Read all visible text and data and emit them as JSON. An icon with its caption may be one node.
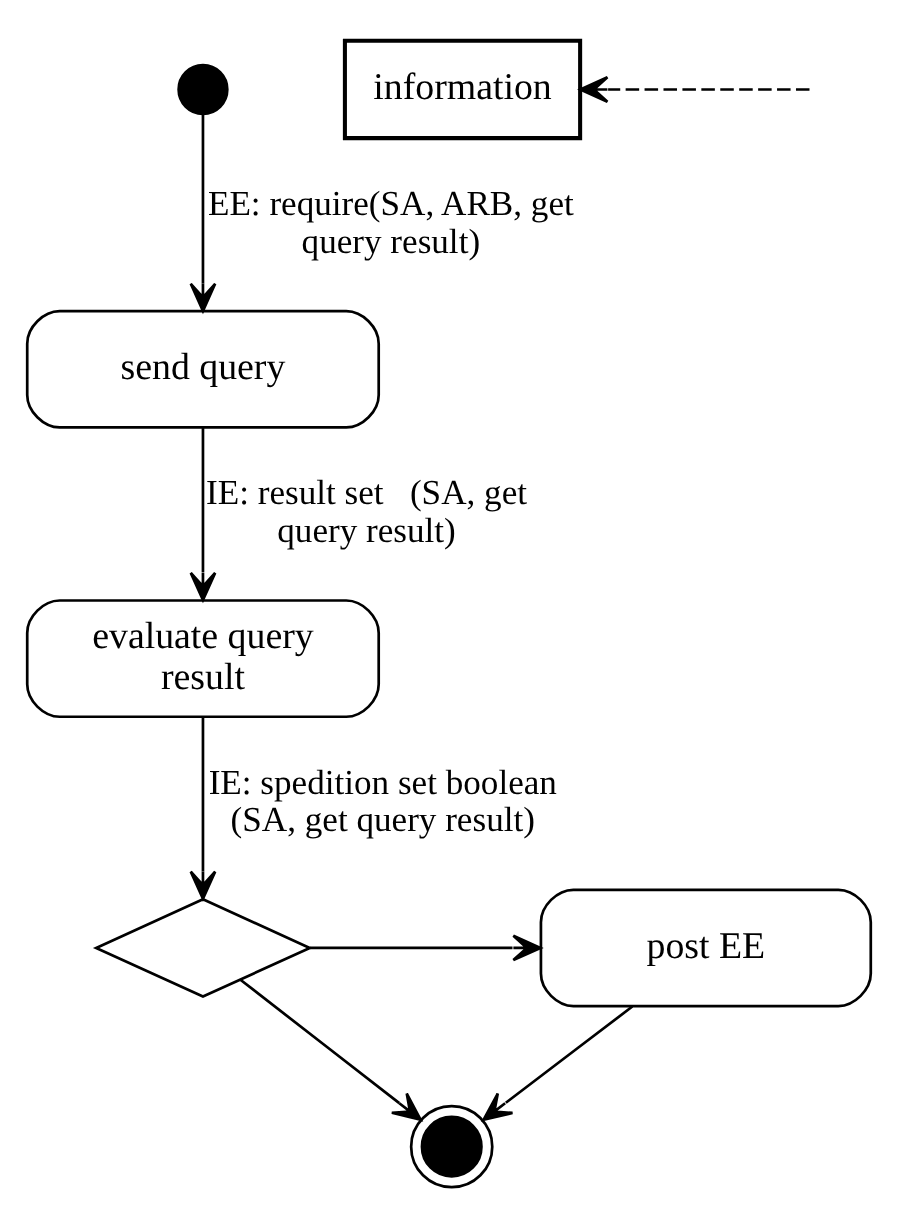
{
  "diagram": {
    "nodes": [
      {
        "text": [],
        "shape": "circle"
      },
      {
        "text": [
          "information"
        ]
      },
      {
        "text": [
          "send query"
        ]
      },
      {
        "text": [
          "evaluate query result"
        ]
      },
      {
        "text": [],
        "shape": "diamond"
      },
      {
        "text": [
          "post EE"
        ]
      },
      {
        "text": [],
        "shape": "bullseye"
      }
    ],
    "edges": [
      {
        "from": 0,
        "to": 2,
        "arrow": "to",
        "label": "EE: require(SA, ARB, get query result)"
      },
      {
        "from": null,
        "to": 1,
        "arrow": "to",
        "style": "dashed"
      },
      {
        "from": 2,
        "to": 3,
        "arrow": "to",
        "label": "IE: result set   (SA, get query result)"
      },
      {
        "from": 3,
        "to": 4,
        "arrow": "to",
        "label": "IE: spedition set boolean (SA, get query result)"
      },
      {
        "from": 4,
        "to": 5,
        "arrow": "to"
      },
      {
        "from": 4,
        "to": 6,
        "arrow": "to"
      },
      {
        "from": 5,
        "to": 6,
        "arrow": "to"
      }
    ]
  }
}
